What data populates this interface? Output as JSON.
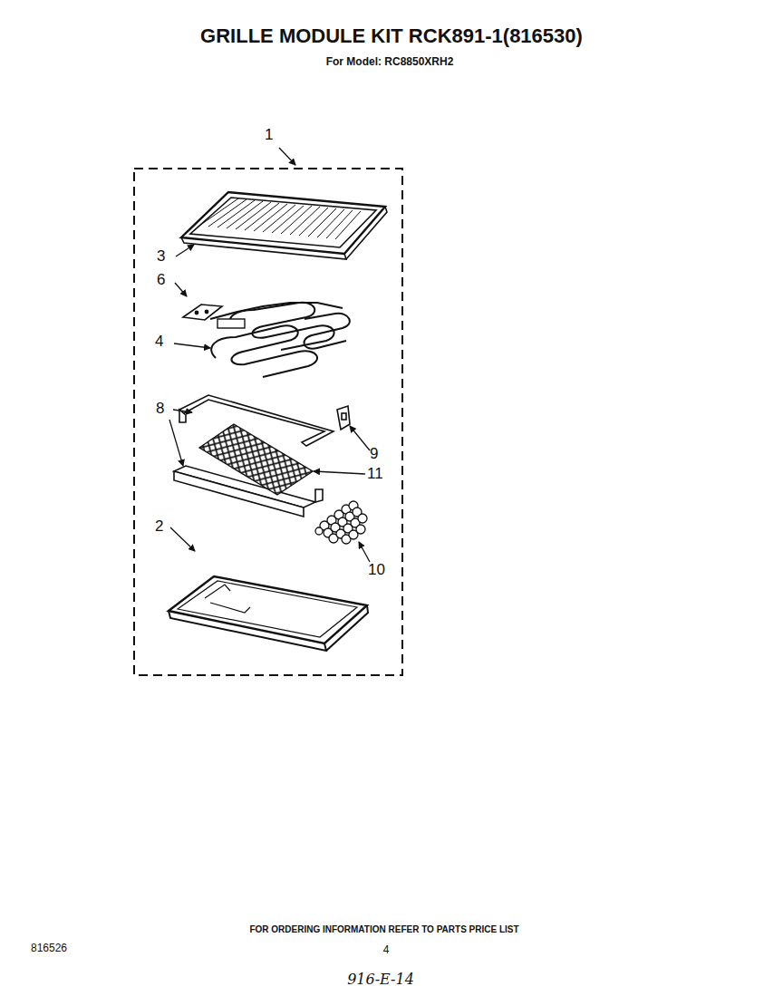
{
  "diagram": {
    "title": "GRILLE MODULE KIT RCK891-1(816530)",
    "labels": [
      "For Model: RC8850XRH2",
      "1",
      "3",
      "6",
      "4",
      "8",
      "9",
      "11",
      "10",
      "2",
      "FOR ORDERING INFORMATION REFER TO PARTS PRICE LIST",
      "816526",
      "4",
      "916-E-14"
    ]
  }
}
